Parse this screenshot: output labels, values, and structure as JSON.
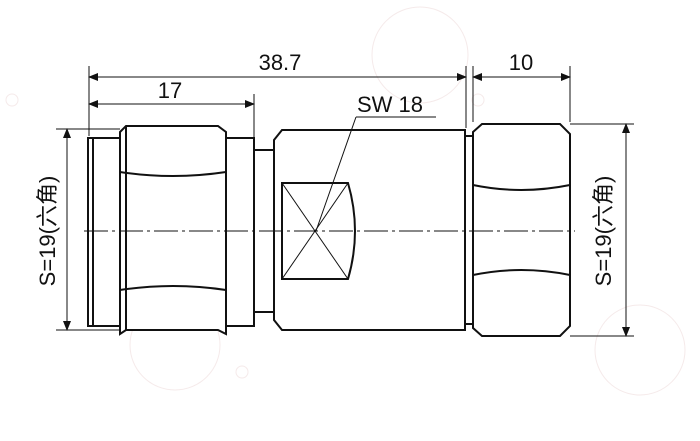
{
  "dimensions": {
    "overall_length": "38.7",
    "left_length": "17",
    "right_length": "10",
    "wrench_size": "SW 18",
    "left_hex": "S=19(六角)",
    "right_hex": "S=19(六角)"
  }
}
